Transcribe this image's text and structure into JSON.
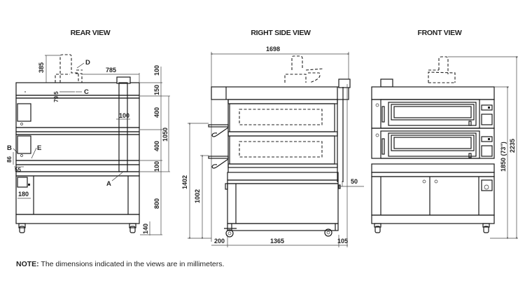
{
  "views": {
    "rear": {
      "title": "REAR VIEW",
      "dimensions": {
        "chimney_height": "385",
        "top_offset": "785",
        "c_offset": "79,5",
        "side_top": "100",
        "top_section": "150",
        "deck_upper": "400",
        "deck_lower": "400",
        "bottom_section": "100",
        "total_ovens": "1050",
        "stand_height": "800",
        "wheel_height": "140",
        "post_width": "100",
        "b_height": "86",
        "b_offset": "55",
        "box_width": "180"
      },
      "labels": {
        "a": "A",
        "b": "B",
        "c": "C",
        "d": "D",
        "e": "E"
      }
    },
    "side": {
      "title": "RIGHT SIDE VIEW",
      "dimensions": {
        "total_depth": "1698",
        "upper_peel_height": "1402",
        "lower_peel_height": "1002",
        "front_offset": "200",
        "body_depth": "1365",
        "rear_offset": "105",
        "outlet_height": "50"
      }
    },
    "front": {
      "title": "FRONT VIEW",
      "dimensions": {
        "body_height": "1850 (73\")",
        "total_height": "2235"
      }
    }
  },
  "note": {
    "prefix": "NOTE:",
    "text": " The dimensions indicated in the views are in millimeters."
  }
}
